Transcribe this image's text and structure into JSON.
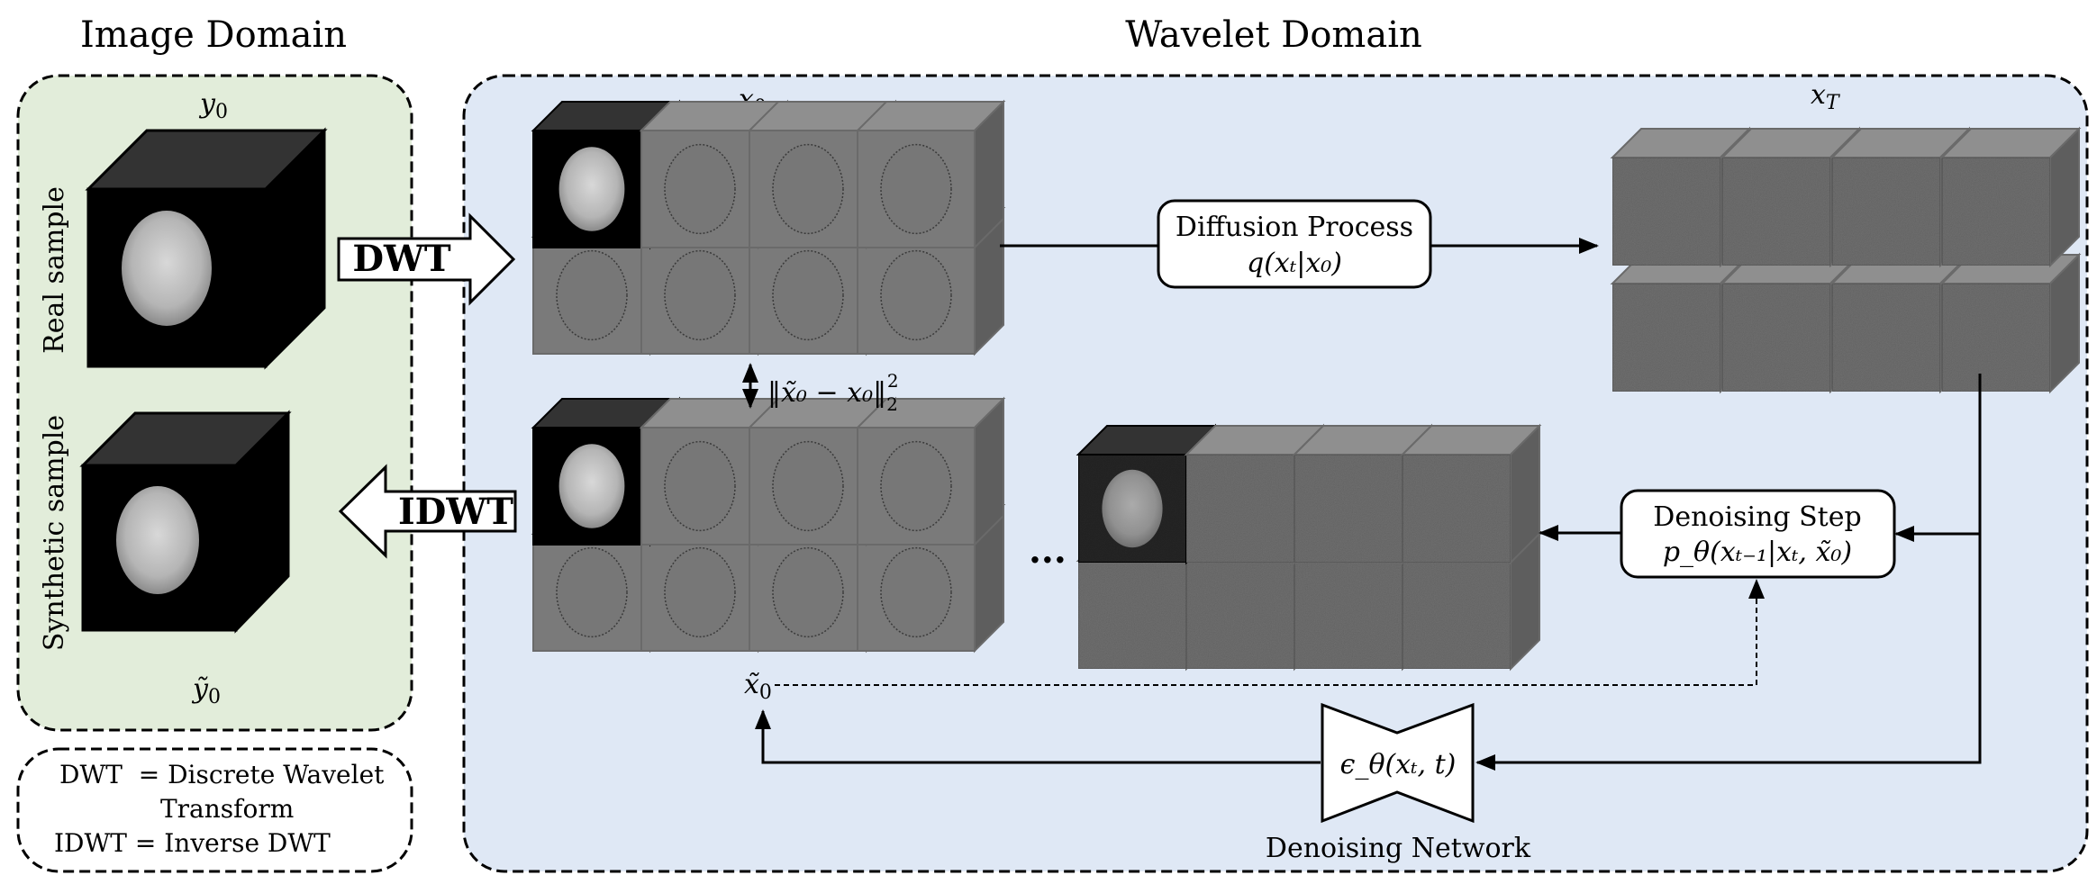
{
  "colors": {
    "image_domain_bg": "#e2edda",
    "wavelet_domain_bg": "#dfe8f5",
    "cube_front_gray": "#7a7a7a",
    "cube_top_gray": "#8f8f8f",
    "cube_side_gray": "#5e5e5e",
    "black_cube_top": "#333333"
  },
  "image_domain": {
    "title": "Image Domain",
    "real_sample_label": "Real sample",
    "real_sample_symbol": "y",
    "real_sample_sub": "0",
    "synthetic_sample_label": "Synthetic sample",
    "synthetic_sample_symbol": "ỹ",
    "synthetic_sample_sub": "0"
  },
  "arrows": {
    "dwt": "DWT",
    "idwt": "IDWT"
  },
  "legend": {
    "line1": "DWT  = Discrete Wavelet",
    "line2": "Transform",
    "line3": "IDWT = Inverse DWT"
  },
  "wavelet_domain": {
    "title": "Wavelet Domain",
    "x0_symbol": "x",
    "x0_sub": "0",
    "xT_symbol": "x",
    "xT_sub": "T",
    "x0_tilde_symbol": "x̃",
    "x0_tilde_sub": "0",
    "loss_text": "‖x̃₀ − x₀‖",
    "loss_sub": "2",
    "loss_sup": "2",
    "ellipsis": "...",
    "diffusion_box": {
      "title": "Diffusion Process",
      "formula": "q(xₜ|x₀)"
    },
    "denoising_box": {
      "title": "Denoising Step",
      "formula": "p_θ(xₜ₋₁|xₜ, x̃₀)"
    },
    "network": {
      "formula": "ϵ_θ(xₜ, t)",
      "label": "Denoising Network"
    }
  },
  "cube_groups": [
    {
      "name": "x0-wavelet-cubes",
      "first_cube": "brain-lowpass",
      "others": "brain-detail"
    },
    {
      "name": "xT-noise-cubes",
      "first_cube": "noise",
      "others": "noise"
    },
    {
      "name": "x0-tilde-wavelet-cubes",
      "first_cube": "brain-lowpass",
      "others": "brain-detail"
    },
    {
      "name": "xt-intermediate-cubes",
      "first_cube": "noisy-brain",
      "others": "noisy-detail"
    }
  ]
}
